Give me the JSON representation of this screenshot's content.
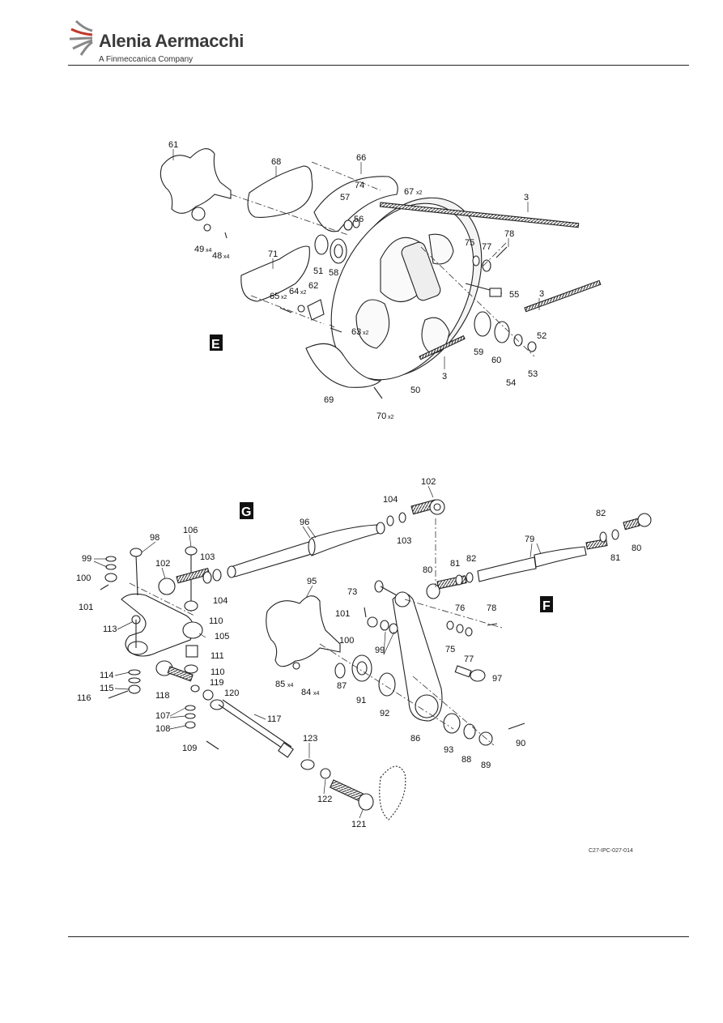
{
  "header": {
    "brand_name": "Alenia Aermacchi",
    "brand_tagline": "A Finmeccanica Company",
    "logo_icon": "alenia-aermacchi-swoosh-logo"
  },
  "views": {
    "E": "E",
    "G": "G",
    "F": "F"
  },
  "view_e_callouts": [
    {
      "label": "61",
      "mult": ""
    },
    {
      "label": "68",
      "mult": ""
    },
    {
      "label": "66",
      "mult": ""
    },
    {
      "label": "67",
      "mult": "x2"
    },
    {
      "label": "57",
      "mult": ""
    },
    {
      "label": "74",
      "mult": ""
    },
    {
      "label": "56",
      "mult": ""
    },
    {
      "label": "3",
      "mult": ""
    },
    {
      "label": "78",
      "mult": ""
    },
    {
      "label": "75",
      "mult": ""
    },
    {
      "label": "77",
      "mult": ""
    },
    {
      "label": "49",
      "mult": "x4"
    },
    {
      "label": "48",
      "mult": "x4"
    },
    {
      "label": "71",
      "mult": ""
    },
    {
      "label": "51",
      "mult": ""
    },
    {
      "label": "58",
      "mult": ""
    },
    {
      "label": "55",
      "mult": ""
    },
    {
      "label": "3",
      "mult": ""
    },
    {
      "label": "65",
      "mult": "x2"
    },
    {
      "label": "64",
      "mult": "x2"
    },
    {
      "label": "62",
      "mult": ""
    },
    {
      "label": "63",
      "mult": "x2"
    },
    {
      "label": "52",
      "mult": ""
    },
    {
      "label": "59",
      "mult": ""
    },
    {
      "label": "60",
      "mult": ""
    },
    {
      "label": "53",
      "mult": ""
    },
    {
      "label": "3",
      "mult": ""
    },
    {
      "label": "54",
      "mult": ""
    },
    {
      "label": "69",
      "mult": ""
    },
    {
      "label": "50",
      "mult": ""
    },
    {
      "label": "70",
      "mult": "x2"
    }
  ],
  "view_gf_callouts": [
    {
      "label": "102",
      "mult": ""
    },
    {
      "label": "104",
      "mult": ""
    },
    {
      "label": "96",
      "mult": ""
    },
    {
      "label": "103",
      "mult": ""
    },
    {
      "label": "82",
      "mult": ""
    },
    {
      "label": "79",
      "mult": ""
    },
    {
      "label": "80",
      "mult": ""
    },
    {
      "label": "81",
      "mult": ""
    },
    {
      "label": "98",
      "mult": ""
    },
    {
      "label": "106",
      "mult": ""
    },
    {
      "label": "99",
      "mult": ""
    },
    {
      "label": "102",
      "mult": ""
    },
    {
      "label": "103",
      "mult": ""
    },
    {
      "label": "100",
      "mult": ""
    },
    {
      "label": "104",
      "mult": ""
    },
    {
      "label": "101",
      "mult": ""
    },
    {
      "label": "95",
      "mult": ""
    },
    {
      "label": "81",
      "mult": ""
    },
    {
      "label": "82",
      "mult": ""
    },
    {
      "label": "80",
      "mult": ""
    },
    {
      "label": "73",
      "mult": ""
    },
    {
      "label": "110",
      "mult": ""
    },
    {
      "label": "113",
      "mult": ""
    },
    {
      "label": "105",
      "mult": ""
    },
    {
      "label": "101",
      "mult": ""
    },
    {
      "label": "76",
      "mult": ""
    },
    {
      "label": "78",
      "mult": ""
    },
    {
      "label": "100",
      "mult": ""
    },
    {
      "label": "99",
      "mult": ""
    },
    {
      "label": "111",
      "mult": ""
    },
    {
      "label": "75",
      "mult": ""
    },
    {
      "label": "77",
      "mult": ""
    },
    {
      "label": "114",
      "mult": ""
    },
    {
      "label": "110",
      "mult": ""
    },
    {
      "label": "115",
      "mult": ""
    },
    {
      "label": "119",
      "mult": ""
    },
    {
      "label": "97",
      "mult": ""
    },
    {
      "label": "116",
      "mult": ""
    },
    {
      "label": "118",
      "mult": ""
    },
    {
      "label": "120",
      "mult": ""
    },
    {
      "label": "85",
      "mult": "x4"
    },
    {
      "label": "84",
      "mult": "x4"
    },
    {
      "label": "87",
      "mult": ""
    },
    {
      "label": "91",
      "mult": ""
    },
    {
      "label": "92",
      "mult": ""
    },
    {
      "label": "107",
      "mult": ""
    },
    {
      "label": "117",
      "mult": ""
    },
    {
      "label": "108",
      "mult": ""
    },
    {
      "label": "86",
      "mult": ""
    },
    {
      "label": "90",
      "mult": ""
    },
    {
      "label": "123",
      "mult": ""
    },
    {
      "label": "93",
      "mult": ""
    },
    {
      "label": "88",
      "mult": ""
    },
    {
      "label": "89",
      "mult": ""
    },
    {
      "label": "109",
      "mult": ""
    },
    {
      "label": "122",
      "mult": ""
    },
    {
      "label": "121",
      "mult": ""
    }
  ],
  "figure_reference": "C27-IPC-027-014"
}
